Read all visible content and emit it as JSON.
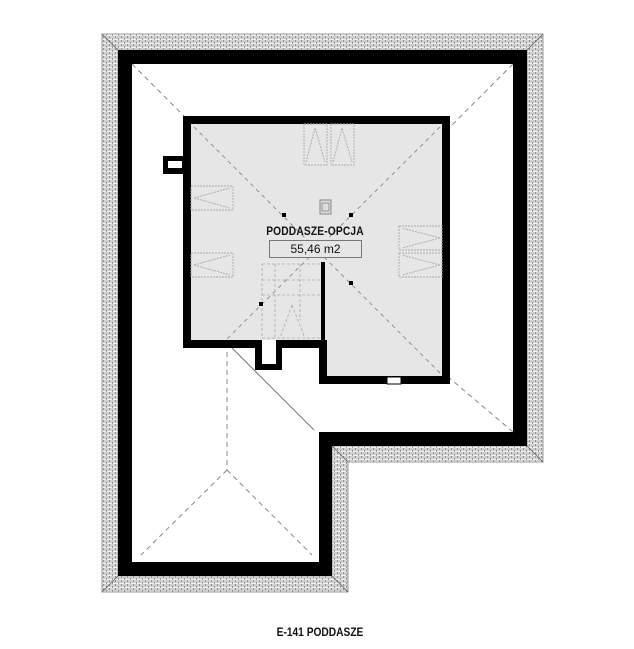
{
  "plan": {
    "title": "E-141 PODDASZE",
    "room": {
      "name": "PODDASZE-OPCJA",
      "area": "55,46 m2"
    }
  },
  "colors": {
    "wall": "#000000",
    "room_fill": "#e6e6e6",
    "roof_fill": "#ffffff",
    "hatch_line": "#555555"
  }
}
